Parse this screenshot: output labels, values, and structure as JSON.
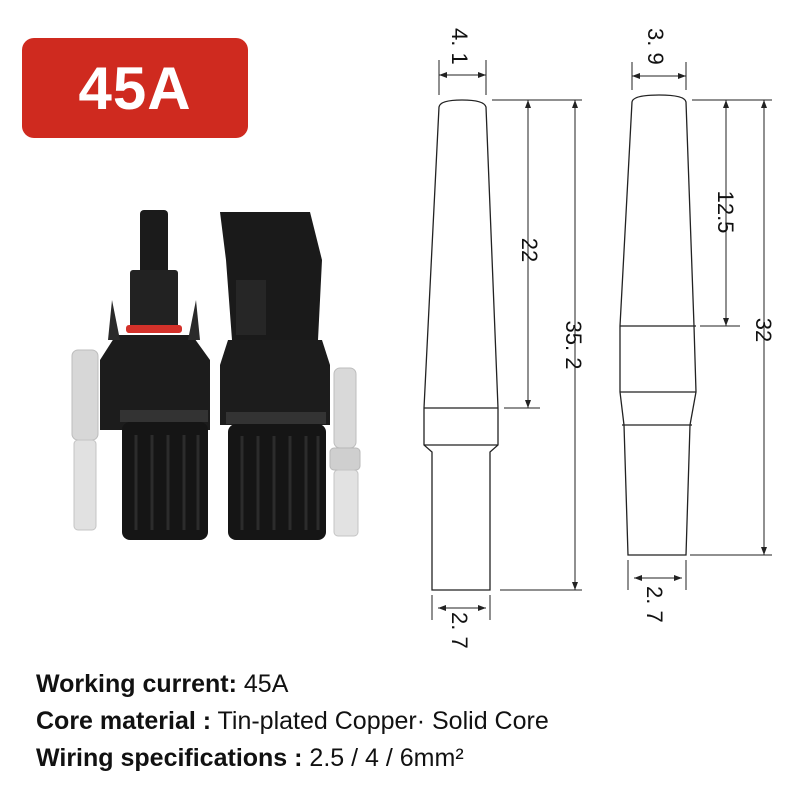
{
  "badge": {
    "label": "45A",
    "color": "#cf2a1f"
  },
  "dimensions": {
    "left_pin": {
      "top_dia": "4. 1",
      "upper_len": "22",
      "total_len": "35. 2",
      "bottom_dia": "2. 7"
    },
    "right_pin": {
      "top_dia": "3. 9",
      "upper_len": "12.5",
      "total_len": "32",
      "bottom_dia": "2. 7"
    }
  },
  "specs": [
    {
      "key": "Working current:",
      "value": " 45A"
    },
    {
      "key": "Core material :",
      "value": " Tin-plated Copper· Solid Core"
    },
    {
      "key": "Wiring specifications :",
      "value": " 2.5 / 4 / 6mm²"
    }
  ],
  "icons": [
    "male-connector-icon",
    "female-connector-icon",
    "male-pin-icon",
    "female-pin-icon"
  ]
}
